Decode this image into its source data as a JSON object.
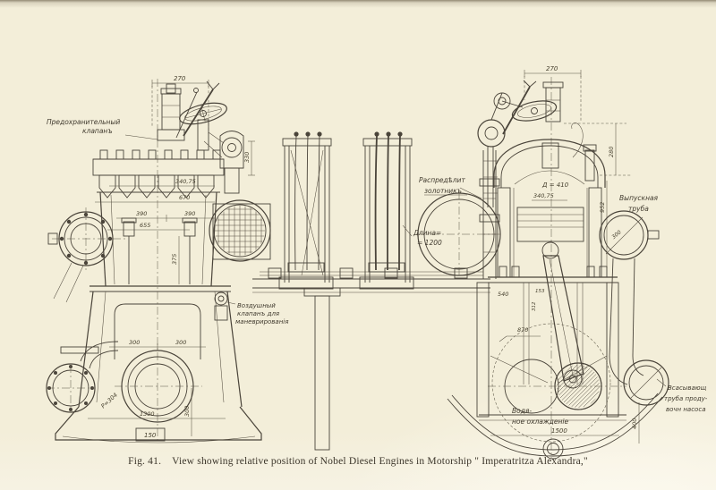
{
  "page": {
    "paper_color": "#f3eed9",
    "ink_color": "#4a443a"
  },
  "caption": {
    "fig_label": "Fig. 41.",
    "text": "View showing relative position of Nobel Diesel Engines in Motorship \" Imperatritza Alexandra,\""
  },
  "labels": {
    "safety_valve_line1": "Предохранительный",
    "safety_valve_line2": "клапанъ",
    "air_valve_line1": "Воздушный",
    "air_valve_line2": "клапанъ для",
    "air_valve_line3": "маневрированія",
    "dist_valve_line1": "Распредѣлит",
    "dist_valve_line2": "золотникъ",
    "length_line1": "Длина=",
    "length_line2": "= 1200",
    "exhaust_line1": "Выпускная",
    "exhaust_line2": "труба",
    "suction_line1": "Всасывающ",
    "suction_line2": "труба проду-",
    "suction_line3": "вочн насоса",
    "water_line1": "Водя-",
    "water_line2": "ное охлажденіе"
  },
  "dims": {
    "left": {
      "top_width": "270",
      "head": "340,75",
      "cylinder": "670",
      "seg_a": "390",
      "seg_b": "390",
      "bolts": "655",
      "bracket": "330",
      "column": "375",
      "arch_a": "300",
      "arch_b": "300",
      "base": "1300",
      "pad": "150",
      "crank": "300",
      "radius": "Р=304"
    },
    "right": {
      "top_width": "270",
      "valve_height": "280",
      "bore": "Д = 410",
      "head": "340,75",
      "exhaust_height": "952",
      "exhaust_dia": "300",
      "jacket": "540",
      "small_a": "153",
      "small_b": "312",
      "frame": "870",
      "cooling": "1500",
      "pump_height": "400"
    }
  }
}
